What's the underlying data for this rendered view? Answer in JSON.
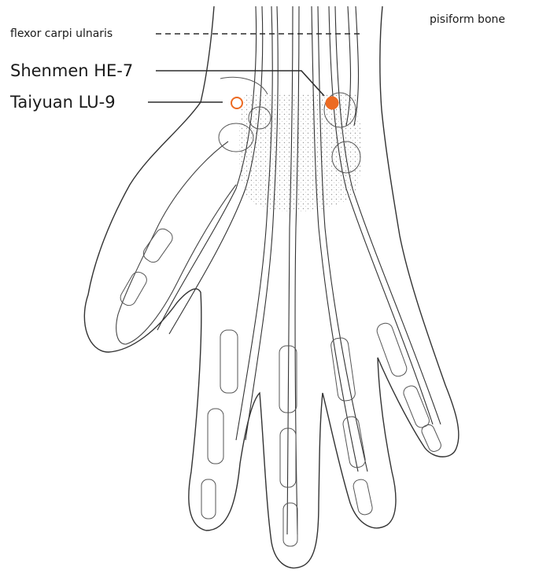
{
  "labels": {
    "flexor": "flexor carpi ulnaris",
    "pisiform": "pisiform bone",
    "shenmen": "Shenmen HE-7",
    "taiyuan": "Taiyuan LU-9"
  },
  "colors": {
    "point": "#ec6a22",
    "line": "#2b2b2b"
  }
}
